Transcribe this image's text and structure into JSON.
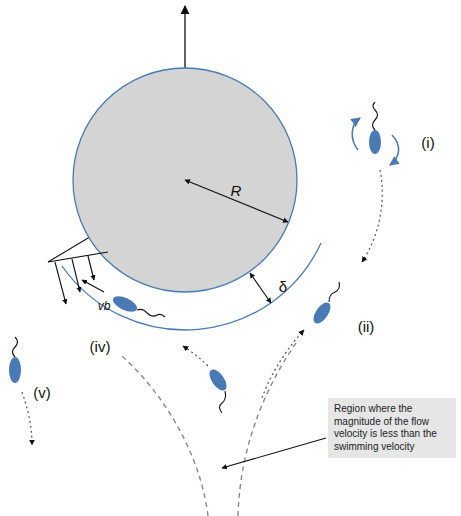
{
  "diagram": {
    "nodes": [
      {
        "text": [
          "Region where the magnitude of the flow velocity is less than the swimming velocity"
        ]
      }
    ],
    "labels": [
      "R",
      "δ",
      "(i)",
      "(ii)",
      "vb",
      "(iv)",
      "(v)"
    ]
  }
}
